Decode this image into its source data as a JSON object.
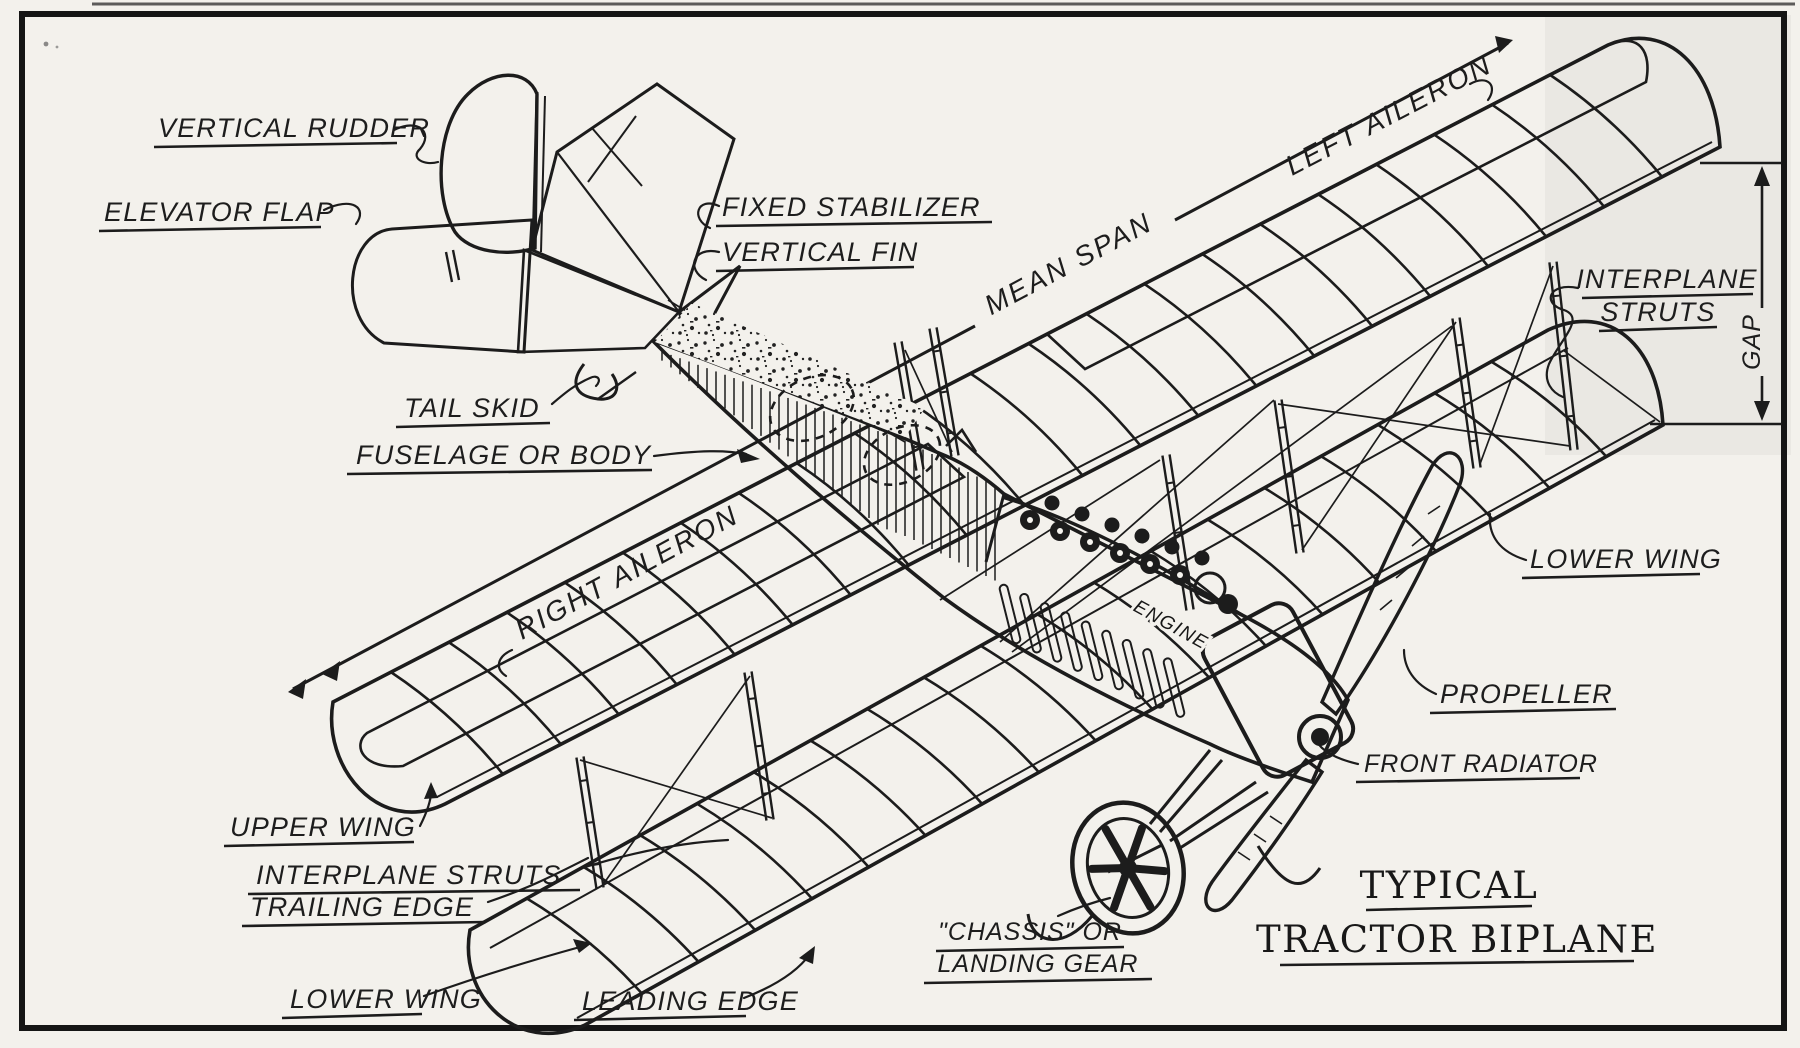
{
  "figure": {
    "title_line1": "TYPICAL",
    "title_line2": "TRACTOR BIPLANE",
    "subject": "labeled cutaway drawing of an early biplane"
  },
  "labels": {
    "vertical_rudder": "VERTICAL RUDDER",
    "elevator_flap": "ELEVATOR FLAP",
    "fixed_stabilizer": "FIXED STABILIZER",
    "vertical_fin": "VERTICAL FIN",
    "tail_skid": "TAIL SKID",
    "fuselage": "FUSELAGE OR BODY",
    "right_aileron": "RIGHT AILERON",
    "left_aileron": "LEFT AILERON",
    "mean_span": "MEAN SPAN",
    "interplane_struts_right_line1": "INTERPLANE",
    "interplane_struts_right_line2": "STRUTS",
    "gap": "GAP",
    "lower_wing_right": "LOWER WING",
    "propeller": "PROPELLER",
    "front_radiator": "FRONT RADIATOR",
    "engine": "ENGINE",
    "upper_wing": "UPPER WING",
    "interplane_struts": "INTERPLANE STRUTS",
    "trailing_edge": "TRAILING EDGE",
    "lower_wing": "LOWER WING",
    "leading_edge": "LEADING EDGE",
    "chassis_line1": "\"CHASSIS\" OR",
    "chassis_line2": "LANDING GEAR"
  },
  "colors": {
    "ink": "#1c1c1c",
    "paper": "#f3f1ec"
  }
}
